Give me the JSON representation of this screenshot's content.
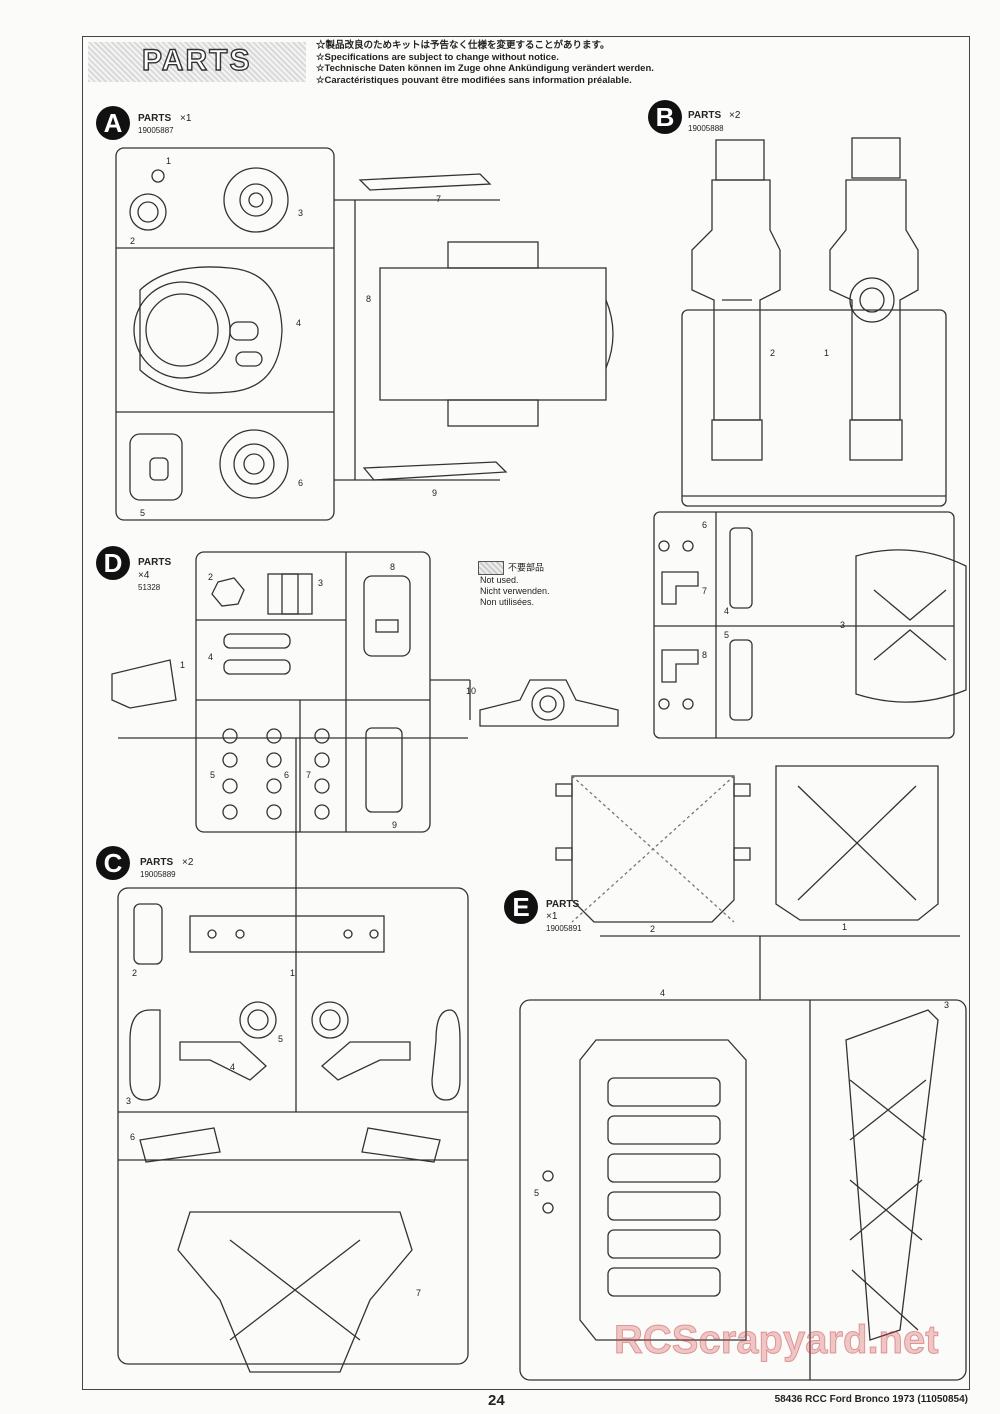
{
  "header": {
    "banner": "PARTS",
    "notes": [
      "☆製品改良のためキットは予告なく仕様を変更することがあります。",
      "☆Specifications are subject to change without notice.",
      "☆Technische Daten können im Zuge ohne Ankündigung verändert werden.",
      "☆Caractéristiques pouvant être modifiées sans information préalable."
    ]
  },
  "trees": {
    "A": {
      "letter": "A",
      "title": "PARTS",
      "qty": "×1",
      "number": "19005887"
    },
    "B": {
      "letter": "B",
      "title": "PARTS",
      "qty": "×2",
      "number": "19005888"
    },
    "C": {
      "letter": "C",
      "title": "PARTS",
      "qty": "×2",
      "number": "19005889"
    },
    "D": {
      "letter": "D",
      "title": "PARTS",
      "qty": "×4",
      "number": "51328"
    },
    "E": {
      "letter": "E",
      "title": "PARTS",
      "qty": "×1",
      "number": "19005891"
    }
  },
  "not_used": {
    "jp": "不要部品",
    "en": "Not used.",
    "de": "Nicht verwenden.",
    "fr": "Non utilisées."
  },
  "part_labels": {
    "A": [
      "1",
      "2",
      "3",
      "4",
      "5",
      "6",
      "7",
      "8",
      "9"
    ],
    "B": [
      "1",
      "2",
      "3",
      "4",
      "5",
      "6",
      "7",
      "8"
    ],
    "C": [
      "1",
      "2",
      "3",
      "4",
      "5",
      "6",
      "7"
    ],
    "D": [
      "1",
      "2",
      "3",
      "4",
      "5",
      "6",
      "7",
      "8",
      "9",
      "10"
    ],
    "E": [
      "1",
      "2",
      "3",
      "4",
      "5"
    ]
  },
  "footer": {
    "page": "24",
    "title": "58436 RCC Ford Bronco 1973 (11050854)"
  },
  "watermark": "RCScrapyard.net"
}
